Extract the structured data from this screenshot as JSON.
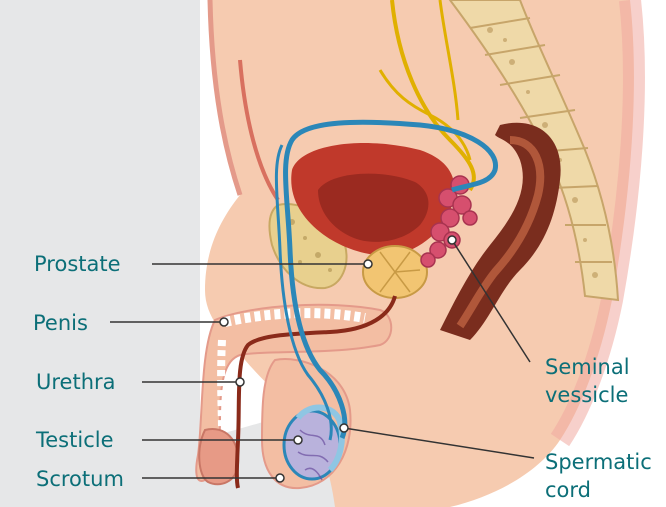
{
  "labels": {
    "prostate": "Prostate",
    "penis": "Penis",
    "urethra": "Urethra",
    "testicle": "Testicle",
    "scrotum": "Scrotum",
    "seminal_line1": "Seminal",
    "seminal_line2": "vessicle",
    "spermatic_line1": "Spermatic",
    "spermatic_line2": "cord"
  },
  "colors": {
    "label_text": "#0c6f78",
    "background_panel": "#e6e7e8",
    "skin": "#f6cbb0",
    "bladder": "#c0392b",
    "vas_deferens": "#2b87b8",
    "nerve": "#e0b000",
    "seminal_vesicle": "#d64f6e",
    "spine": "#efd9a8",
    "rectum": "#7a2d1e"
  }
}
